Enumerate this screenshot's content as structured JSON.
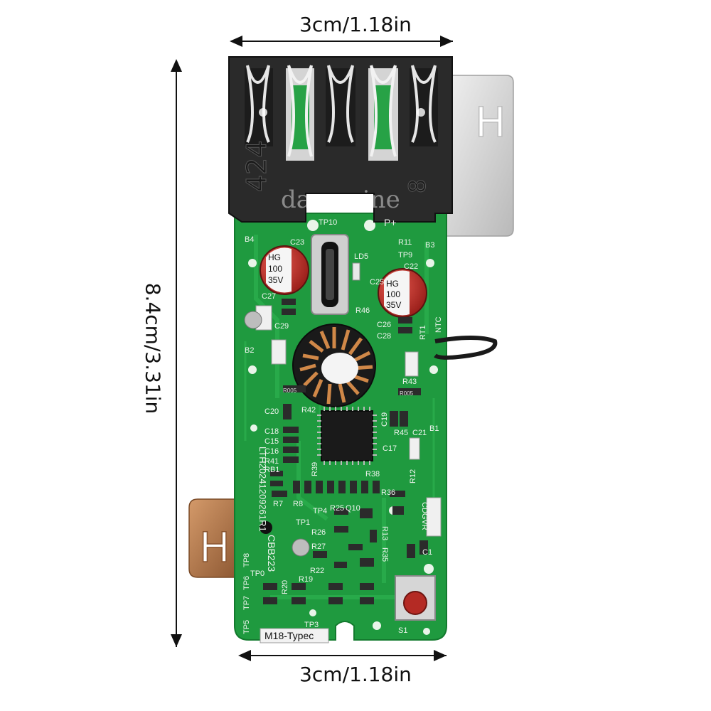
{
  "dimensions": {
    "top_width": "3cm/1.18in",
    "bottom_width": "3cm/1.18in",
    "height": "8.4cm/3.31in"
  },
  "watermark": "dawupine",
  "connector": {
    "number_left": "424",
    "number_right": "8"
  },
  "tab_letter": "H",
  "capacitors": [
    {
      "line1": "HG",
      "line2": "100",
      "line3": "35V"
    },
    {
      "line1": "HG",
      "line2": "100",
      "line3": "35V"
    }
  ],
  "silkscreen": {
    "tp10": "TP10",
    "p_plus": "P+",
    "b4": "B4",
    "c23": "C23",
    "r11": "R11",
    "tp9": "TP9",
    "b3": "B3",
    "ld5": "LD5",
    "c22": "C22",
    "c25": "C25",
    "c27": "C27",
    "c29": "C29",
    "r46": "R46",
    "c26": "C26",
    "c28": "C28",
    "rt1": "RT1",
    "ntc": "NTC",
    "b2": "B2",
    "r43": "R43",
    "r005a": "R005",
    "r005b": "R005",
    "c20": "C20",
    "r42": "R42",
    "c19": "C19",
    "r45": "R45",
    "c21": "C21",
    "b1": "B1",
    "c18": "C18",
    "c15": "C15",
    "c16": "C16",
    "c17": "C17",
    "r41": "R41",
    "rb1": "RB1",
    "r39": "R39",
    "r38": "R38",
    "r36": "R36",
    "r12": "R12",
    "lot_code": "LTH20241209261R1",
    "model": "CBB223",
    "r7": "R7",
    "r8": "R8",
    "tp4": "TP4",
    "r25": "R25",
    "q10": "Q10",
    "tp1": "TP1",
    "r26": "R26",
    "r27": "R27",
    "r13": "R13",
    "r35": "R35",
    "cdgvr": "CDGVR",
    "tp8": "TP8",
    "tp0": "TP0",
    "tp6": "TP6",
    "r22": "R22",
    "r19": "R19",
    "r20": "R20",
    "c1": "C1",
    "tp7": "TP7",
    "tp5": "TP5",
    "tp3": "TP3",
    "s1": "S1",
    "board_name": "M18-Typec"
  },
  "colors": {
    "pcb": "#1f9a3f",
    "pcb_dark": "#137a2e",
    "connector": "#2a2a2a",
    "metal": "#d9d9d9",
    "copper_tab": "#b07a4a",
    "capacitor": "#c8352e"
  }
}
